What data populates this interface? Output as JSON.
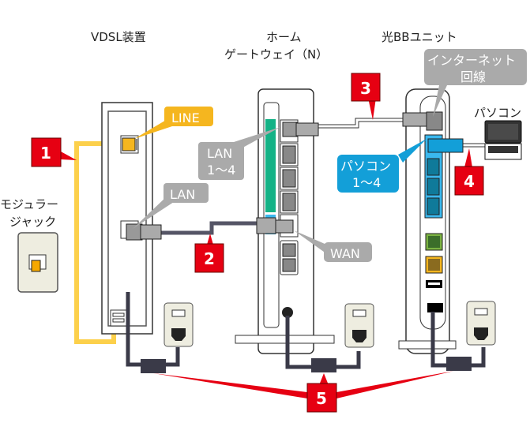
{
  "titles": {
    "vdsl": "VDSL装置",
    "gateway_line1": "ホーム",
    "gateway_line2": "ゲートウェイ（N）",
    "bb_unit": "光BBユニット",
    "pc": "パソコン",
    "modular_line1": "モジュラー",
    "modular_line2": "ジャック"
  },
  "labels": {
    "line": "LINE",
    "lan": "LAN",
    "lan14_line1": "LAN",
    "lan14_line2": "1〜4",
    "wan": "WAN",
    "internet_line1": "インターネット",
    "internet_line2": "回線",
    "pc14_line1": "パソコン",
    "pc14_line2": "1〜4"
  },
  "steps": [
    "1",
    "2",
    "3",
    "4",
    "5"
  ],
  "colors": {
    "step_red": "#e60012",
    "line_yellow": "#fcd04b",
    "label_gray": "#aaaaaa",
    "label_blue": "#139fd8",
    "label_orange": "#f5b61f",
    "gateway_green": "#14b286",
    "cable_dark": "#3a3a48"
  }
}
